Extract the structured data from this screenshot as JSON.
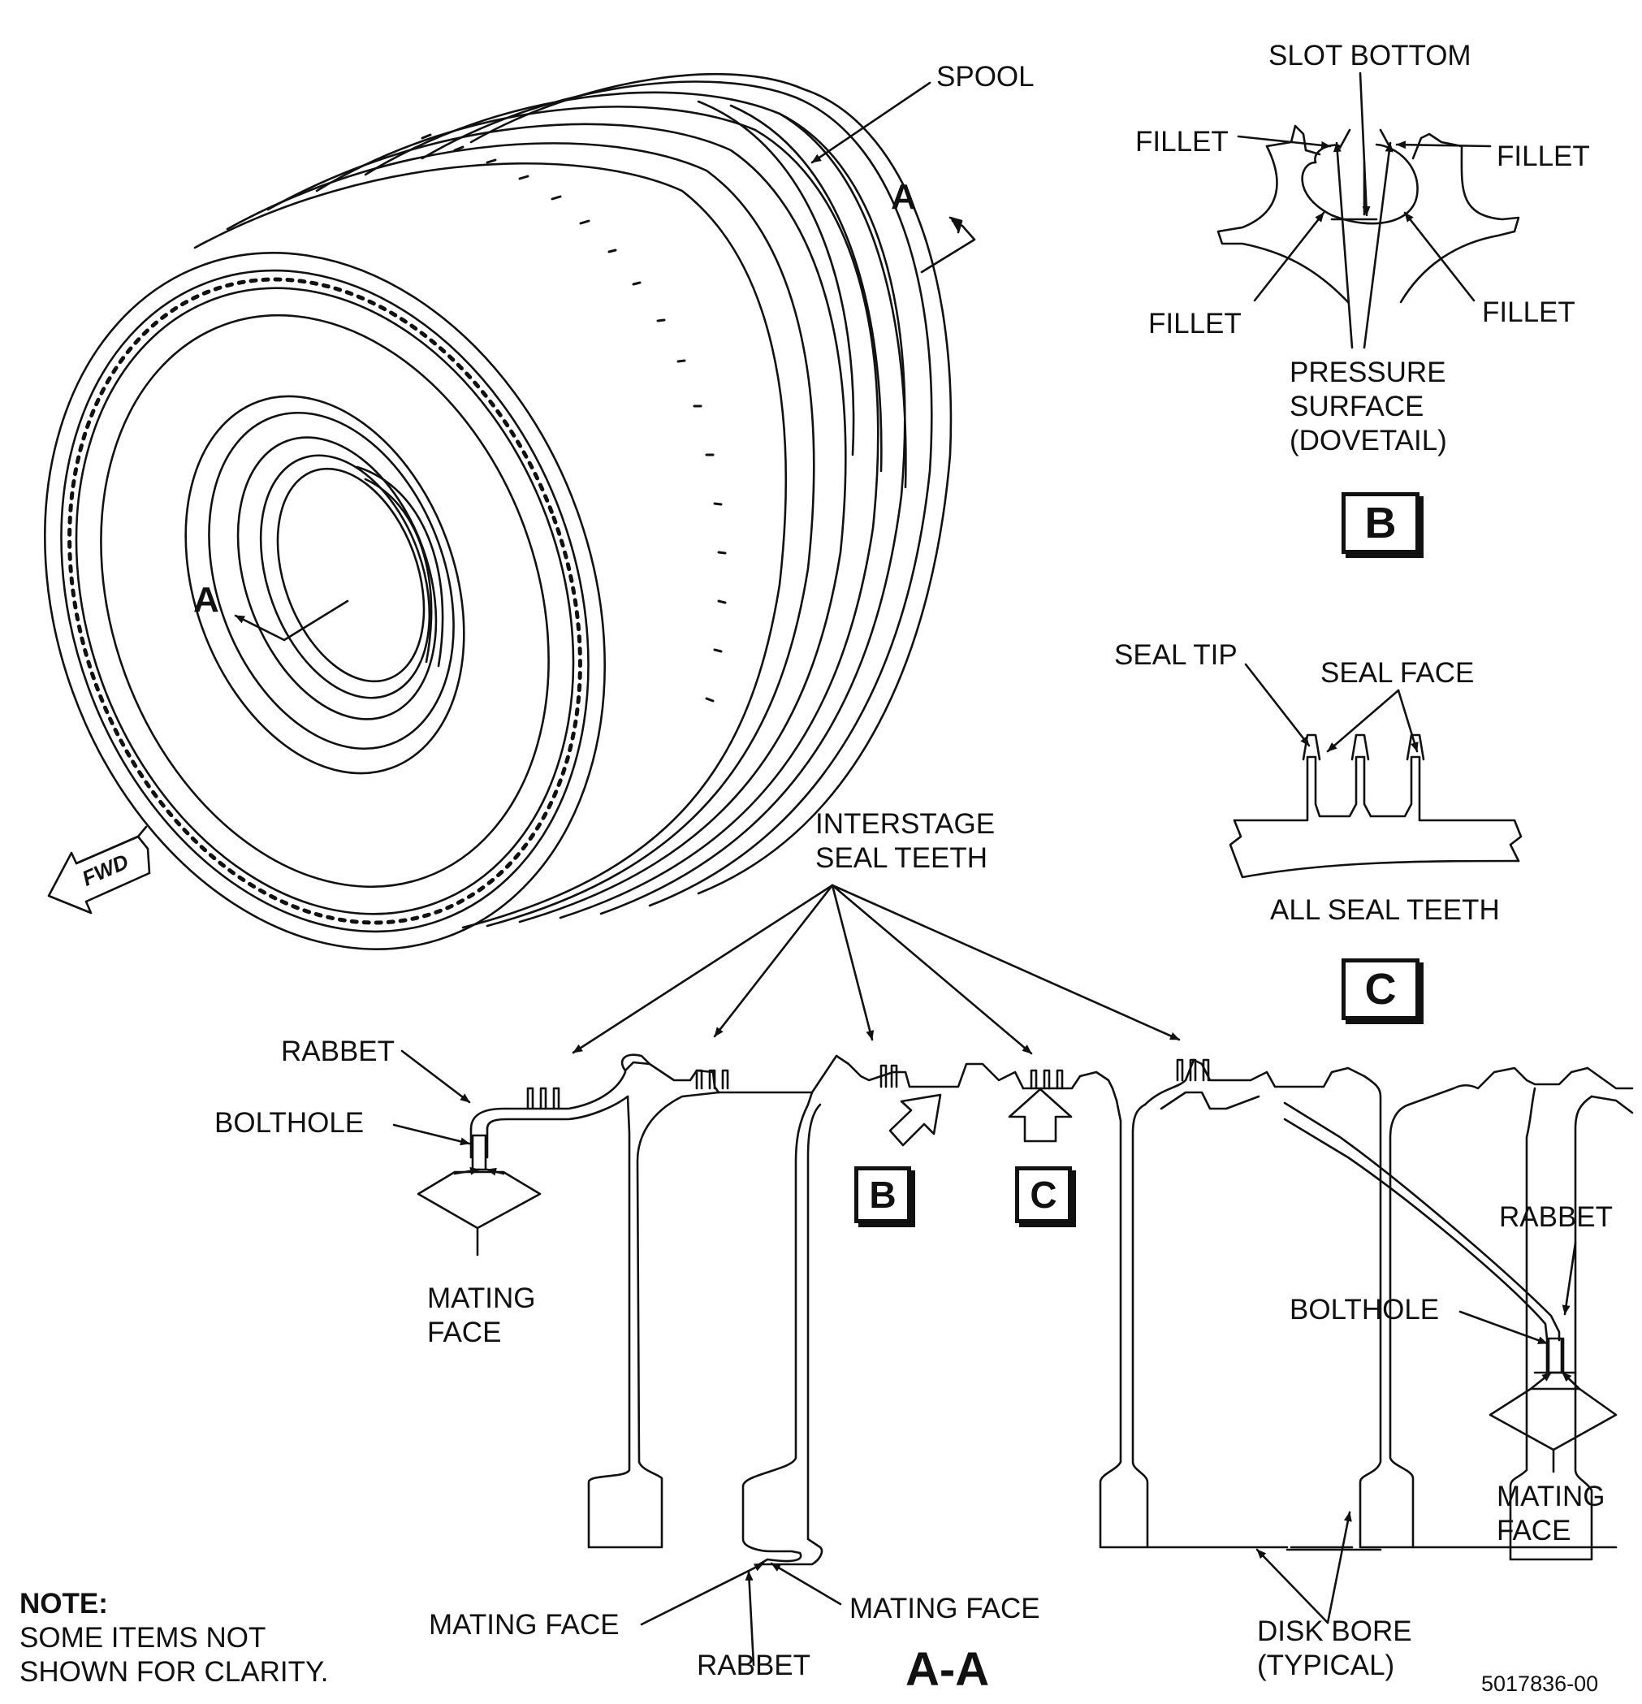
{
  "labels": {
    "spool": "SPOOL",
    "section_arrow_top": "A",
    "section_arrow_left": "A",
    "fwd": "FWD",
    "slot_bottom": "SLOT BOTTOM",
    "fillet_tl": "FILLET",
    "fillet_tr": "FILLET",
    "fillet_bl": "FILLET",
    "fillet_br": "FILLET",
    "pressure_surface": [
      "PRESSURE",
      "SURFACE",
      "(DOVETAIL)"
    ],
    "seal_tip": "SEAL TIP",
    "seal_face": "SEAL FACE",
    "all_seal_teeth": "ALL SEAL TEETH",
    "interstage_seal_teeth": [
      "INTERSTAGE",
      "SEAL TEETH"
    ],
    "rabbet_left": "RABBET",
    "bolthole_left": "BOLTHOLE",
    "mating_face_left": [
      "MATING",
      "FACE"
    ],
    "rabbet_right": "RABBET",
    "bolthole_right": "BOLTHOLE",
    "mating_face_right": [
      "MATING",
      "FACE"
    ],
    "mating_face_bottom_left": "MATING FACE",
    "mating_face_bottom_right": "MATING FACE",
    "rabbet_bottom": "RABBET",
    "disk_bore": [
      "DISK BORE",
      "(TYPICAL)"
    ]
  },
  "views": {
    "detail_b": "B",
    "detail_c": "C",
    "callout_b": "B",
    "callout_c": "C",
    "section": "A-A"
  },
  "note": {
    "title": "NOTE:",
    "lines": [
      "SOME ITEMS NOT",
      "SHOWN FOR CLARITY."
    ]
  },
  "figure_number": "5017836-00"
}
